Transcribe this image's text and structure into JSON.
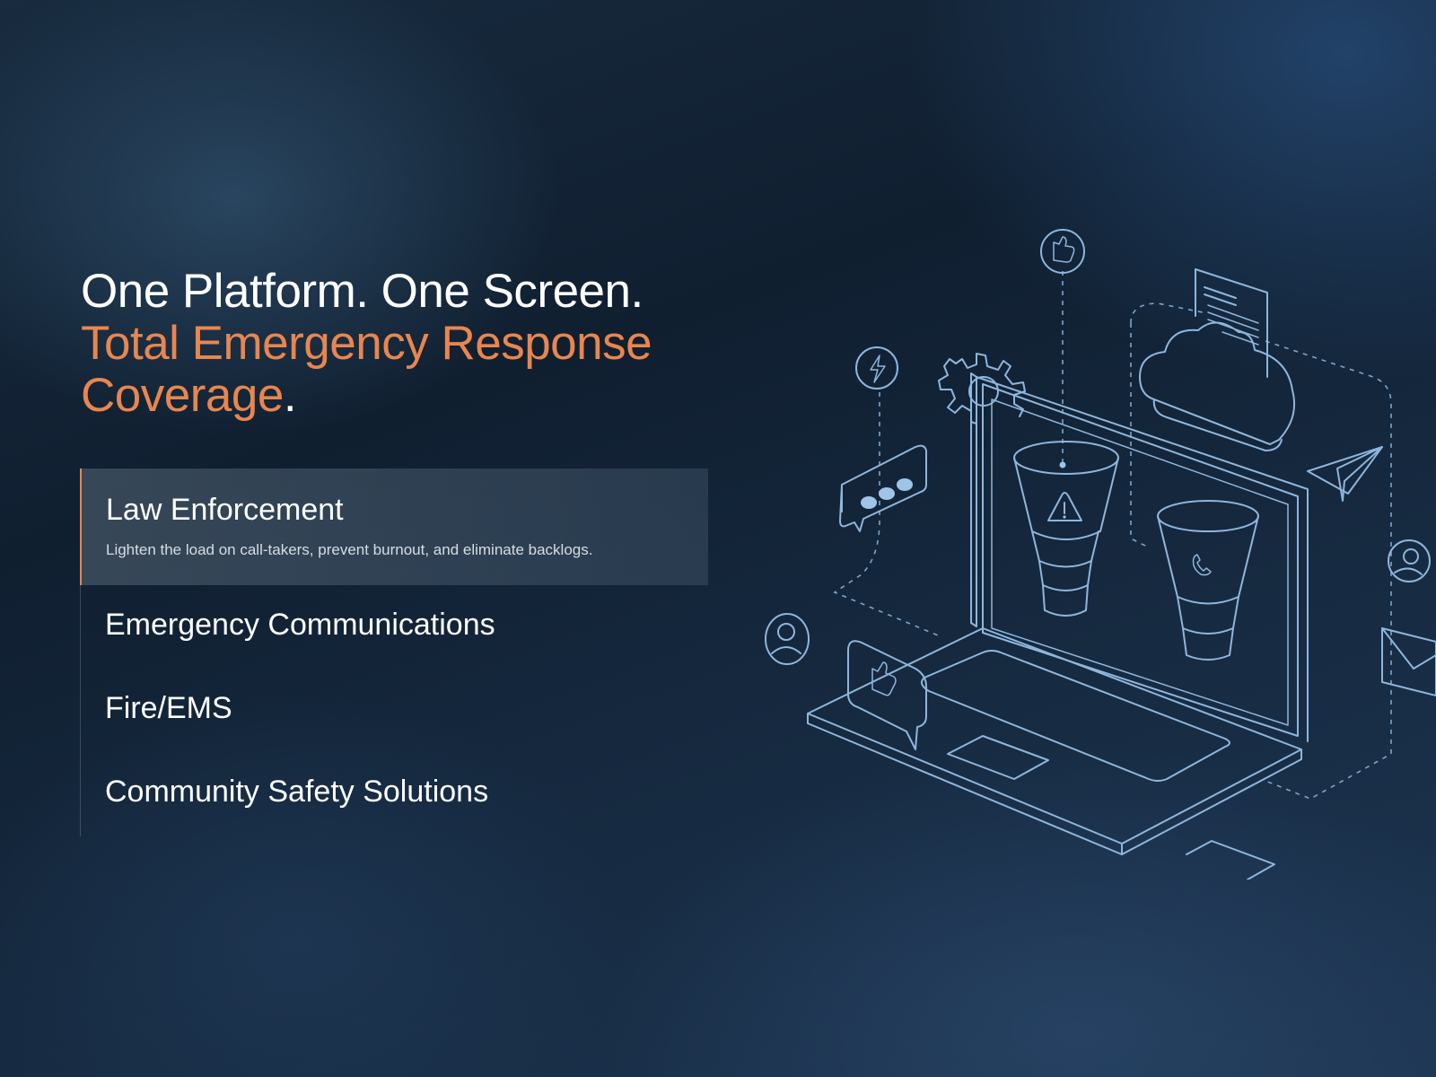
{
  "theme": {
    "accent": "#e8864f",
    "background": "#13243a",
    "line_art": "#8fb6dc"
  },
  "headline": {
    "line1": "One Platform. One Screen.",
    "line2": "Total Emergency Response",
    "line3": "Coverage",
    "line3_punct": "."
  },
  "menu": {
    "items": [
      {
        "label": "Law Enforcement",
        "description": "Lighten the load on call-takers, prevent burnout, and eliminate backlogs.",
        "active": true
      },
      {
        "label": "Emergency Communications",
        "active": false
      },
      {
        "label": "Fire/EMS",
        "active": false
      },
      {
        "label": "Community Safety Solutions",
        "active": false
      }
    ]
  },
  "illustration": {
    "icons": [
      "laptop-icon",
      "gear-icon",
      "cloud-icon",
      "document-icon",
      "paper-plane-icon",
      "envelope-icon",
      "chat-bubble-icon",
      "thumbs-up-icon",
      "lightning-icon",
      "user-icon",
      "warning-icon",
      "phone-icon"
    ]
  }
}
